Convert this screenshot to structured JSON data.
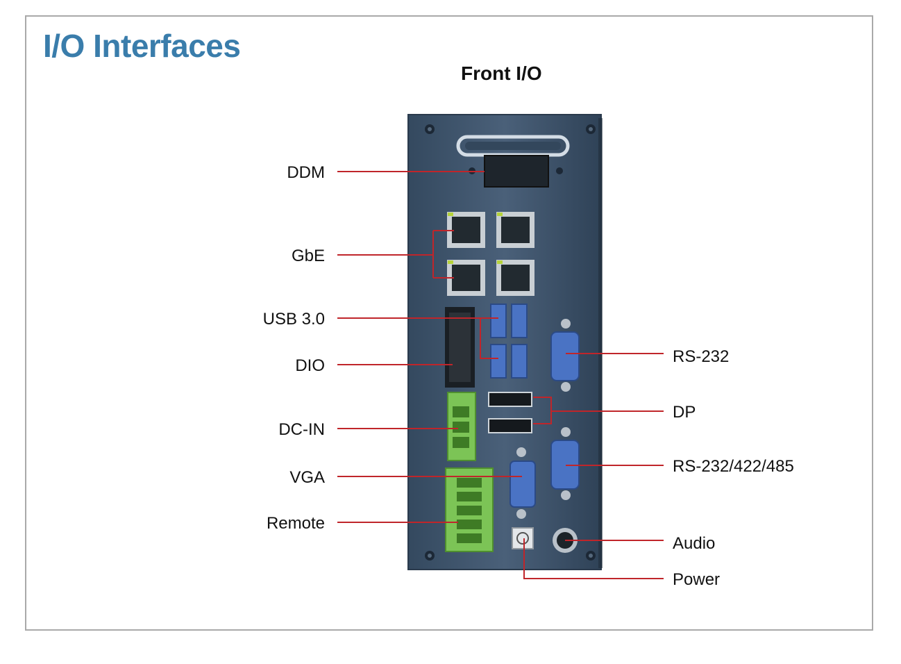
{
  "page": {
    "heading": "I/O Interfaces",
    "subheading": "Front I/O"
  },
  "colors": {
    "heading": "#3a7dab",
    "leader_line": "#c0252a",
    "panel": "#3e5470",
    "connector_green": "#7cc456",
    "connector_blue": "#4a73c4"
  },
  "labels": {
    "left": [
      "DDM",
      "GbE",
      "USB 3.0",
      "DIO",
      "DC-IN",
      "VGA",
      "Remote"
    ],
    "right": [
      "RS-232",
      "DP",
      "RS-232/422/485",
      "Audio",
      "Power"
    ]
  }
}
